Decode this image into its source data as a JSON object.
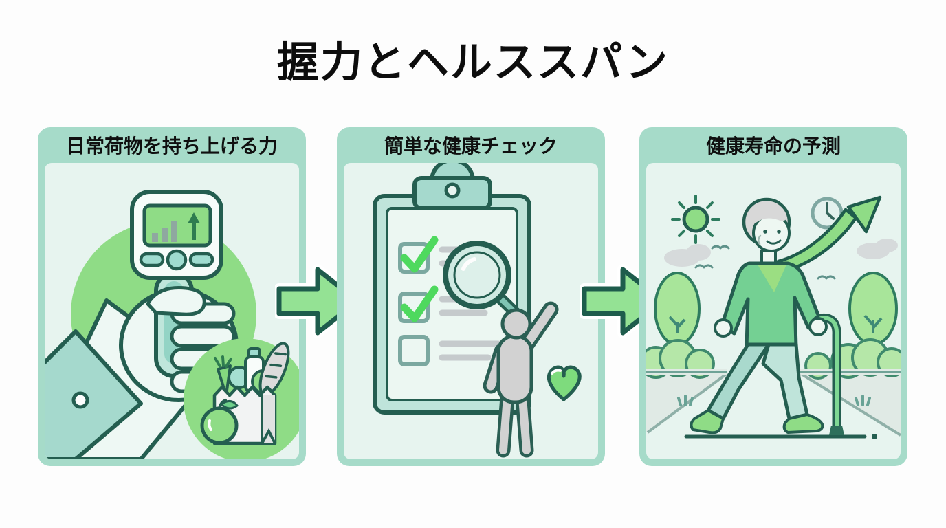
{
  "title": "握力とヘルススパン",
  "panels": [
    {
      "label": "日常荷物を持ち上げる力",
      "icons": [
        "hand-dynamometer-icon",
        "grip-hand-icon",
        "shirt-cuff-icon",
        "grocery-bag-icon",
        "green-apple-icon"
      ]
    },
    {
      "label": "簡単な健康チェック",
      "icons": [
        "clipboard-icon",
        "checkbox-checked-icon",
        "checkbox-checked-icon",
        "checkbox-empty-icon",
        "magnifier-icon",
        "person-raising-hand-icon",
        "heart-icon"
      ]
    },
    {
      "label": "健康寿命の予測",
      "icons": [
        "sun-icon",
        "cloud-icon",
        "bird-icon",
        "clock-icon",
        "growth-arrow-icon",
        "tree-icon",
        "bush-icon",
        "walking-senior-with-cane-icon",
        "path-icon"
      ]
    }
  ],
  "flow": {
    "direction": "left-to-right",
    "arrow_count": 2
  },
  "colors": {
    "background": "#fdfdfd",
    "title_text": "#0d0d0d",
    "panel_frame": "#a6dbc9",
    "panel_body": "#e7f4ef",
    "accent_green": "#8fdc86",
    "arrow_green": "#94e294",
    "outline_dark_teal": "#245e50",
    "check_green": "#4ed95e",
    "neutral_gray": "#d2d2d2",
    "teal_light": "#a5d9cd"
  }
}
